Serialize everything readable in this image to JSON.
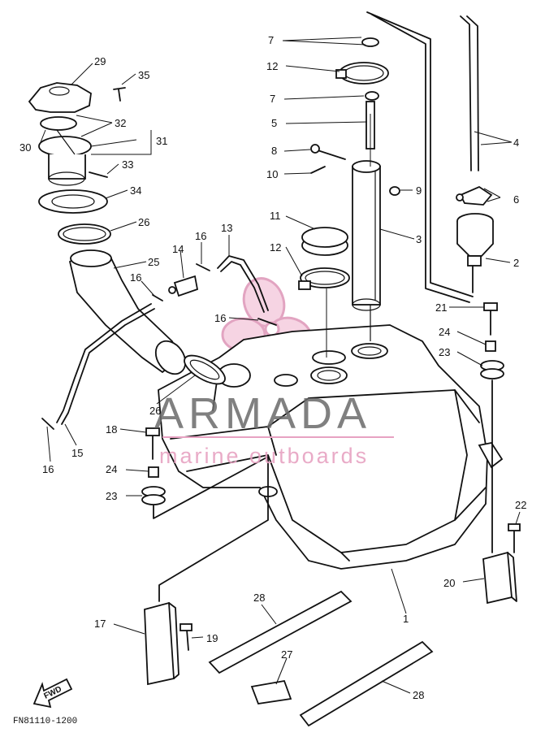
{
  "diagram": {
    "footer_code": "FN81110-1200",
    "fwd_label": "FWD",
    "watermark": {
      "brand": "ARMADA",
      "tagline": "marine outboards",
      "logo_colour": "#e7a2c2",
      "text_colour": "#6a6a6a"
    },
    "callouts": [
      "7",
      "12",
      "7",
      "5",
      "8",
      "10",
      "9",
      "4",
      "6",
      "2",
      "3",
      "11",
      "12",
      "29",
      "35",
      "32",
      "31",
      "30",
      "33",
      "34",
      "26",
      "25",
      "13",
      "16",
      "14",
      "16",
      "16",
      "21",
      "24",
      "23",
      "26",
      "18",
      "24",
      "23",
      "15",
      "16",
      "22",
      "20",
      "1",
      "28",
      "17",
      "19",
      "27",
      "28"
    ]
  }
}
